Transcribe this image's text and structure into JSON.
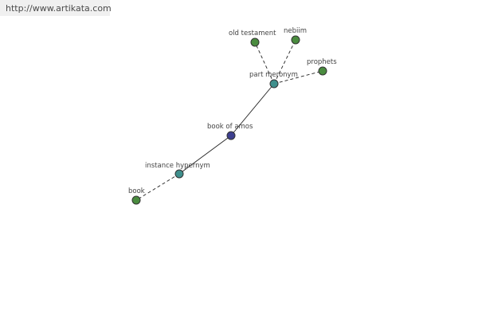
{
  "watermark": {
    "url": "http://www.artikata.com"
  },
  "colors": {
    "leaf": "#4a8c3f",
    "relation": "#3f8f8c",
    "root": "#3d3f8f"
  },
  "graph": {
    "nodes": [
      {
        "id": "book-of-amos",
        "label": "book of amos",
        "kind": "root"
      },
      {
        "id": "part-meronym",
        "label": "part meronym",
        "kind": "relation"
      },
      {
        "id": "instance-hypernym",
        "label": "instance hypernym",
        "kind": "relation"
      },
      {
        "id": "old-testament",
        "label": "old testament",
        "kind": "leaf"
      },
      {
        "id": "nebiim",
        "label": "nebiim",
        "kind": "leaf"
      },
      {
        "id": "prophets",
        "label": "prophets",
        "kind": "leaf"
      },
      {
        "id": "book",
        "label": "book",
        "kind": "leaf"
      }
    ],
    "edges": [
      {
        "from": "book-of-amos",
        "to": "part-meronym",
        "style": "solid"
      },
      {
        "from": "book-of-amos",
        "to": "instance-hypernym",
        "style": "solid"
      },
      {
        "from": "part-meronym",
        "to": "old-testament",
        "style": "dashed"
      },
      {
        "from": "part-meronym",
        "to": "nebiim",
        "style": "dashed"
      },
      {
        "from": "part-meronym",
        "to": "prophets",
        "style": "dashed"
      },
      {
        "from": "instance-hypernym",
        "to": "book",
        "style": "dashed"
      }
    ]
  }
}
